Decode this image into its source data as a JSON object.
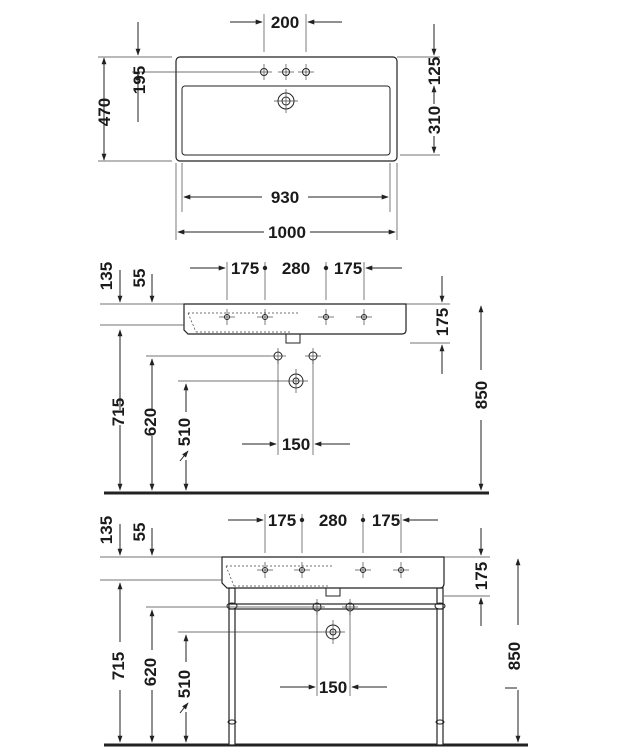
{
  "plan_view": {
    "tap_spacing": "200",
    "tap_offset": "195",
    "depth": "470",
    "drain_offset": "125",
    "bowl_depth": "310",
    "bowl_width": "930",
    "overall_width": "1000"
  },
  "wall_view": {
    "d135": "135",
    "d55": "55",
    "s175_left": "175",
    "s280": "280",
    "s175_right": "175",
    "h175": "175",
    "h715": "715",
    "h620": "620",
    "h510": "510",
    "h850": "850",
    "w150": "150"
  },
  "console_view": {
    "d135": "135",
    "d55": "55",
    "s175_left": "175",
    "s280": "280",
    "s175_right": "175",
    "h175": "175",
    "h715": "715",
    "h620": "620",
    "h510": "510",
    "h850": "850",
    "w150": "150"
  }
}
